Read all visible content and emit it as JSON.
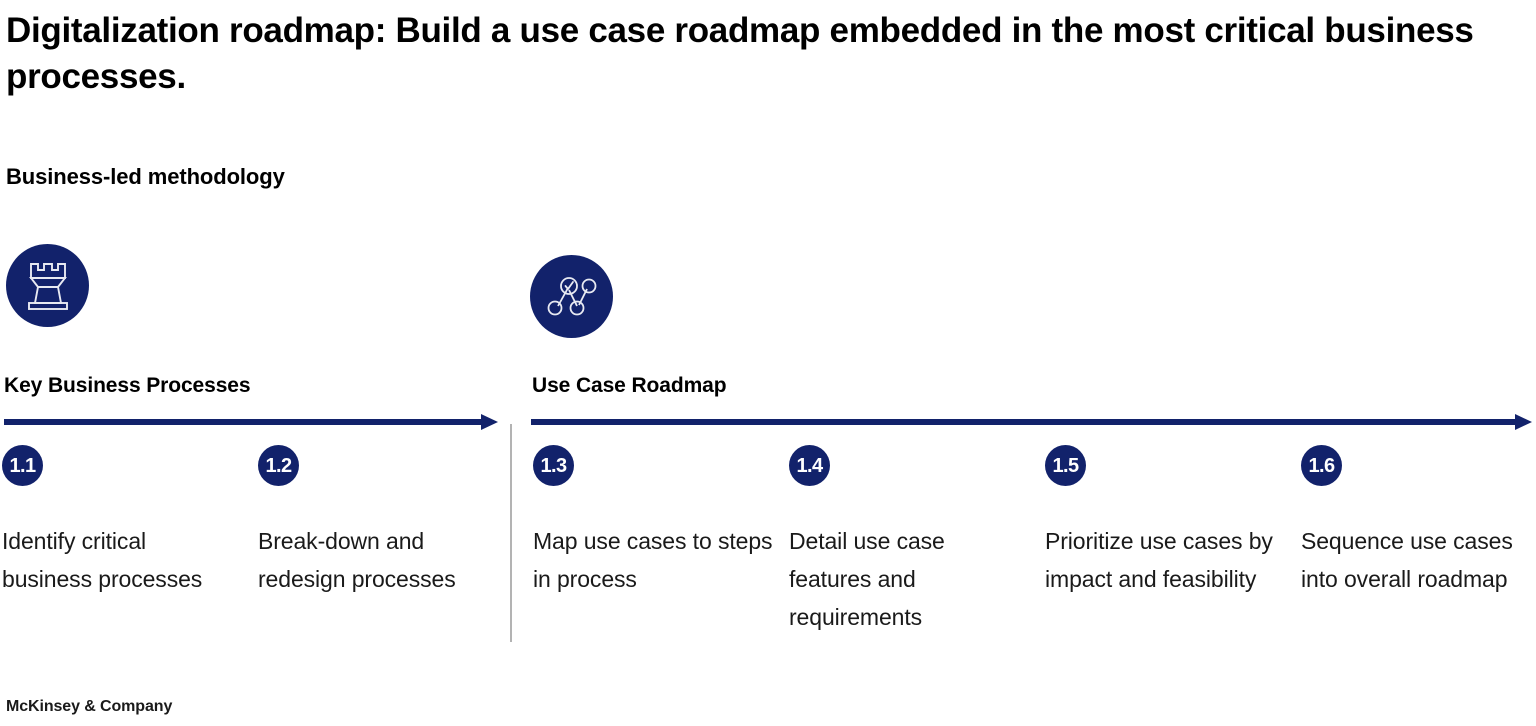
{
  "title": "Digitalization roadmap: Build a use case roadmap embedded in the most critical business processes.",
  "subtitle": "Business-led methodology",
  "accent_color": "#12226b",
  "divider_color": "#b3b3b3",
  "sections": [
    {
      "id": "key-business-processes",
      "header": "Key Business Processes",
      "icon": "chess-rook-icon"
    },
    {
      "id": "use-case-roadmap",
      "header": "Use Case Roadmap",
      "icon": "network-nodes-check-icon"
    }
  ],
  "steps": [
    {
      "number": "1.1",
      "text": "Identify critical business processes"
    },
    {
      "number": "1.2",
      "text": "Break-down and redesign processes"
    },
    {
      "number": "1.3",
      "text": "Map use cases to steps in process"
    },
    {
      "number": "1.4",
      "text": "Detail use case features and requirements"
    },
    {
      "number": "1.5",
      "text": "Prioritize use cases by impact and feasibility"
    },
    {
      "number": "1.6",
      "text": "Sequence use cases into overall roadmap"
    }
  ],
  "footer": "McKinsey & Company"
}
